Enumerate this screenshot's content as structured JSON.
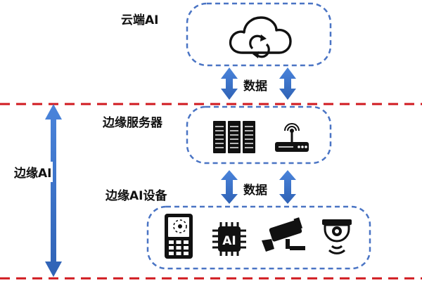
{
  "labels": {
    "cloud_ai": "云端AI",
    "data_top": "数据",
    "edge_server": "边缘服务器",
    "data_bottom": "数据",
    "edge_device": "边缘AI设备",
    "edge_ai": "边缘AI",
    "chip_text": "AI"
  },
  "icons": {
    "cloud": "cloud-sync-icon",
    "server_rack": "server-rack-icon",
    "router": "wireless-router-icon",
    "phone": "handheld-device-icon",
    "chip": "ai-chip-icon",
    "camera": "security-camera-icon",
    "dome_camera": "dome-camera-icon"
  },
  "colors": {
    "dash_box": "#4a74c4",
    "arrow": "#3d72c9",
    "divider": "#d0191f",
    "icon": "#111111"
  }
}
